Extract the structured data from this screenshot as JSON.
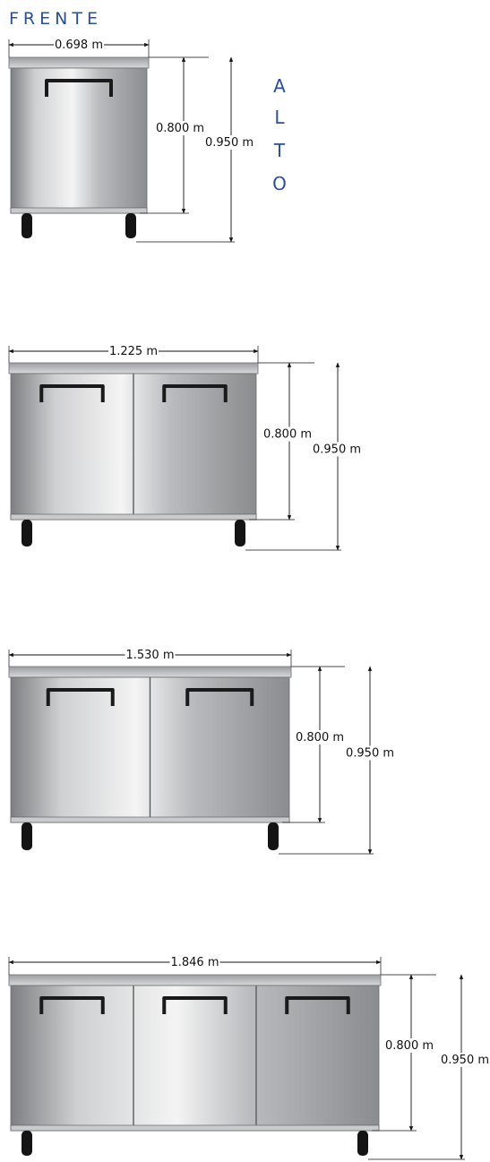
{
  "heading": "FRENTE",
  "side_label": [
    "A",
    "L",
    "T",
    "O"
  ],
  "units": [
    {
      "width": "0.698 m",
      "body_height": "0.800 m",
      "total_height": "0.950 m",
      "doors": 1
    },
    {
      "width": "1.225 m",
      "body_height": "0.800 m",
      "total_height": "0.950 m",
      "doors": 2
    },
    {
      "width": "1.530 m",
      "body_height": "0.800 m",
      "total_height": "0.950 m",
      "doors": 2
    },
    {
      "width": "1.846 m",
      "body_height": "0.800 m",
      "total_height": "0.950 m",
      "doors": 3
    }
  ],
  "colors": {
    "heading": "#2b4f9c",
    "dimension": "#111111",
    "steel_dark": "#7d7f82",
    "steel_light": "#f2f2f2"
  }
}
